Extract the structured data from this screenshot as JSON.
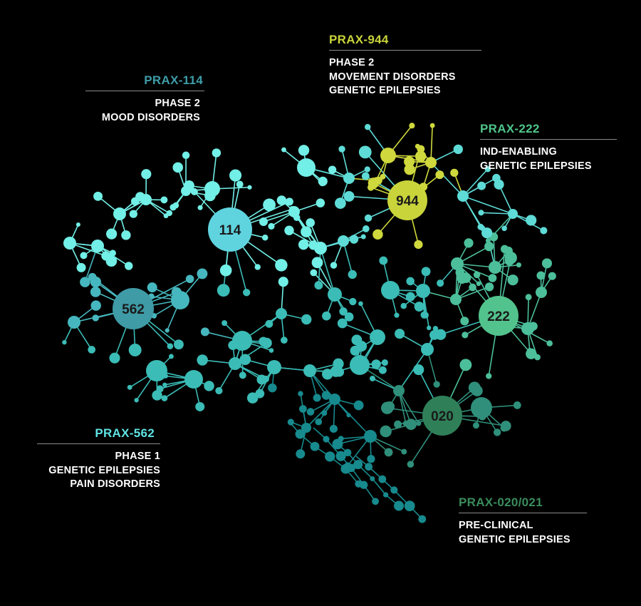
{
  "programs": [
    {
      "id": "944",
      "name": "PRAX-944",
      "lines": [
        "PHASE 2",
        "MOVEMENT DISORDERS",
        "GENETIC EPILEPSIES"
      ],
      "color": "#c9d43b"
    },
    {
      "id": "114",
      "name": "PRAX-114",
      "lines": [
        "PHASE 2",
        "MOOD DISORDERS"
      ],
      "color": "#3e9da9"
    },
    {
      "id": "222",
      "name": "PRAX-222",
      "lines": [
        "IND-ENABLING",
        "GENETIC EPILEPSIES"
      ],
      "color": "#4fc68a"
    },
    {
      "id": "562",
      "name": "PRAX-562",
      "lines": [
        "PHASE 1",
        "GENETIC EPILEPSIES",
        "PAIN DISORDERS"
      ],
      "color": "#5fe3e3"
    },
    {
      "id": "020",
      "name": "PRAX-020/021",
      "lines": [
        "PRE-CLINICAL",
        "GENETIC EPILEPSIES"
      ],
      "color": "#3a8c5c"
    }
  ],
  "hub_labels": {
    "h944": "944",
    "h114": "114",
    "h222": "222",
    "h562": "562",
    "h020": "020"
  }
}
